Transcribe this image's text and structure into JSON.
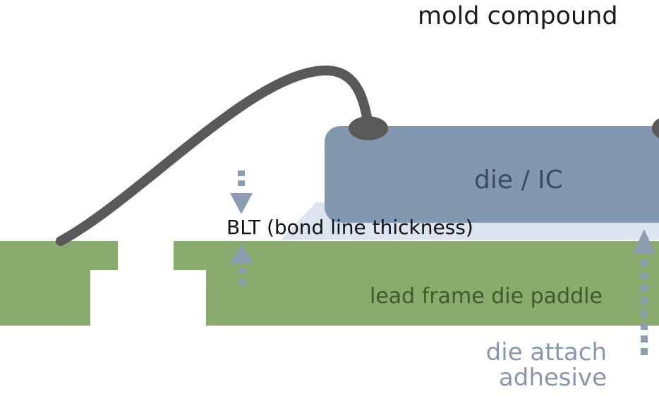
{
  "labels": {
    "mold_compound": "mold compound",
    "die": "die / IC",
    "blt": "BLT (bond line thickness)",
    "paddle": "lead frame die paddle",
    "adhesive_line1": "die attach",
    "adhesive_line2": "adhesive"
  },
  "colors": {
    "die": "#8297b0",
    "die_attach_adhesive": "#dbe4ef",
    "lead_frame": "#8aab6e",
    "bond_wire": "#595959",
    "arrow": "#8c9db2"
  }
}
